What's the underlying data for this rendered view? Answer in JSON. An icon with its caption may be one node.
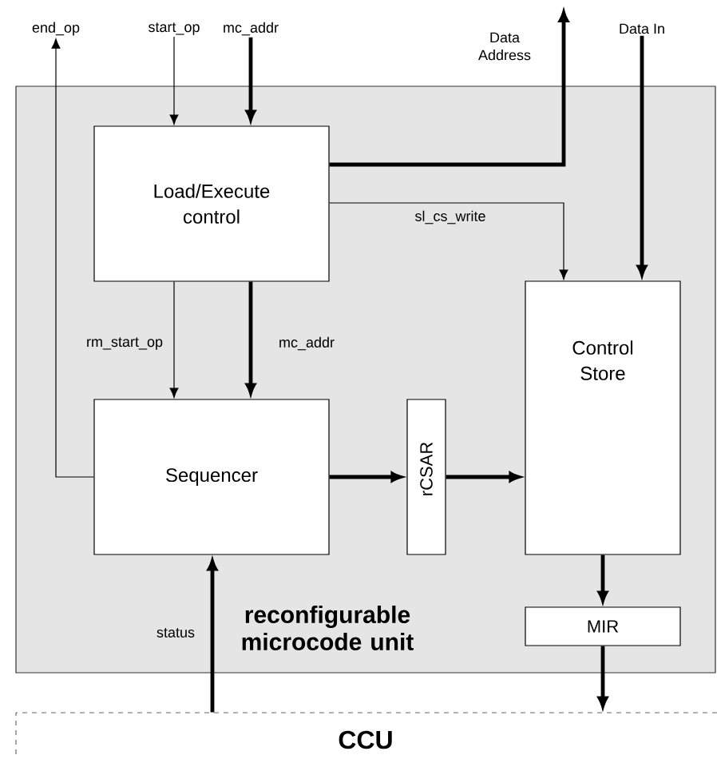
{
  "diagram": {
    "nodes": [
      {
        "text": [
          "end_op"
        ]
      },
      {
        "text": [
          "start_op"
        ]
      },
      {
        "text": [
          "mc_addr"
        ]
      },
      {
        "text": [
          "Data In"
        ]
      },
      {
        "text": [
          "reconfigurable microcode unit"
        ]
      },
      {
        "text": [
          "Load/Execute control"
        ],
        "in": 4
      },
      {
        "text": [
          "Control Store"
        ],
        "in": 4
      },
      {
        "text": [
          "Sequencer"
        ],
        "in": 4
      },
      {
        "text": [
          "rCSAR"
        ],
        "in": 4
      },
      {
        "text": [
          "MIR"
        ],
        "in": 4
      },
      {
        "text": [
          "CCU"
        ]
      }
    ],
    "edges": [
      {
        "from": 7,
        "to": 0,
        "arrow": "to"
      },
      {
        "from": 1,
        "to": 5,
        "arrow": "to"
      },
      {
        "from": 2,
        "to": 5,
        "arrow": "to"
      },
      {
        "from": 5,
        "to": null,
        "arrow": "to",
        "label": "Data Address"
      },
      {
        "from": 5,
        "to": 6,
        "arrow": "to",
        "label": "sl_cs_write"
      },
      {
        "from": 3,
        "to": 6,
        "arrow": "to"
      },
      {
        "from": 5,
        "to": 7,
        "arrow": "to",
        "label": "rm_start_op"
      },
      {
        "from": 5,
        "to": 7,
        "arrow": "to",
        "label": "mc_addr"
      },
      {
        "from": 7,
        "to": 8,
        "arrow": "to"
      },
      {
        "from": 8,
        "to": 6,
        "arrow": "to"
      },
      {
        "from": 6,
        "to": 9,
        "arrow": "to"
      },
      {
        "from": 9,
        "to": 10,
        "arrow": "to"
      },
      {
        "from": 10,
        "to": 7,
        "arrow": "to",
        "label": "status"
      }
    ]
  }
}
